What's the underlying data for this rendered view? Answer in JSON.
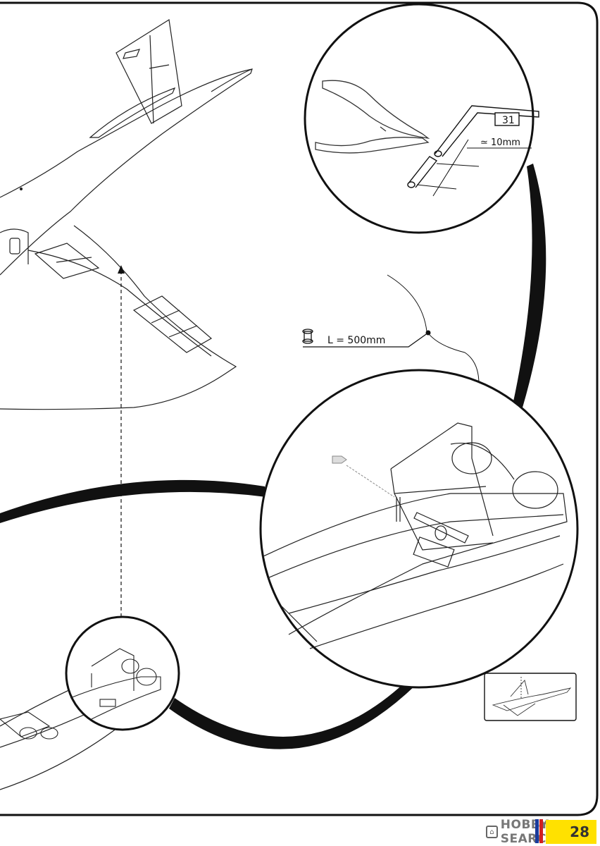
{
  "callout_cut": {
    "part_number": "31",
    "length_label": "≃ 10mm"
  },
  "thread_spool": {
    "length_label": "L =  500mm"
  },
  "footer": {
    "brand": "HOBBY SEARCH",
    "page_number": "28"
  },
  "colors": {
    "line": "#111111",
    "accent_yellow": "#ffe100",
    "flag_blue": "#1a3a9c",
    "flag_red": "#d21f1f"
  }
}
